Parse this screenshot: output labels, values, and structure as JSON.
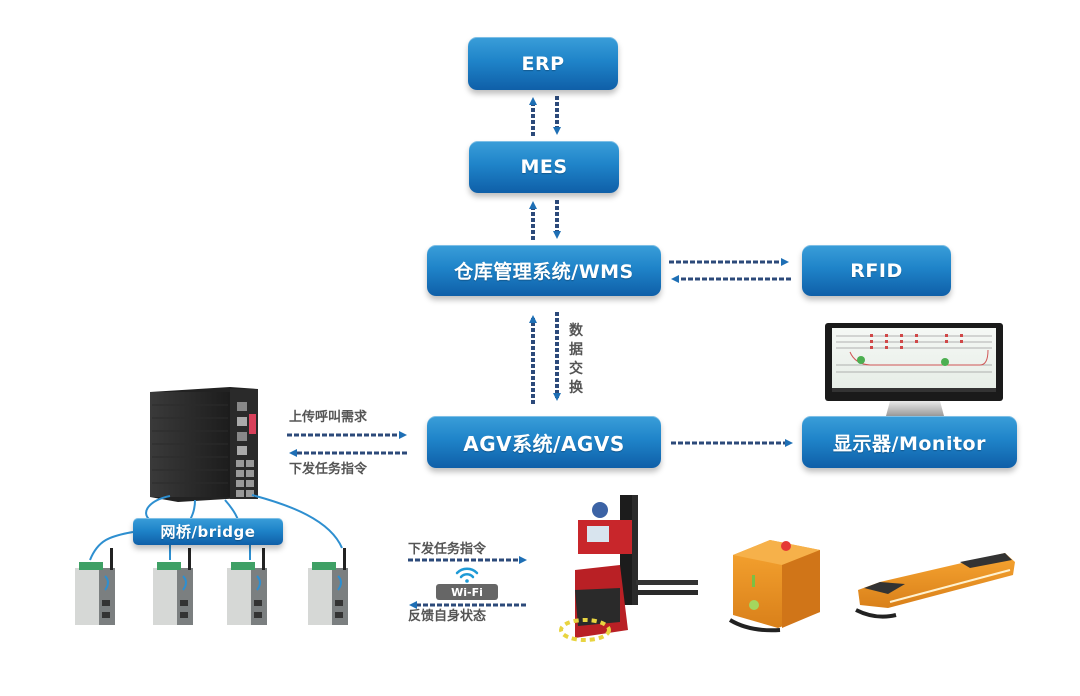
{
  "diagram": {
    "nodes": {
      "erp": "ERP",
      "mes": "MES",
      "wms": "仓库管理系统/WMS",
      "rfid": "RFID",
      "agvs": "AGV系统/AGVS",
      "monitor": "显示器/Monitor",
      "bridge": "网桥/bridge"
    },
    "labels": {
      "data_exchange": "数据交换",
      "upload_call_request": "上传呼叫需求",
      "dispatch_task_left": "下发任务指令",
      "dispatch_task_agv": "下发任务指令",
      "feedback_status": "反馈自身状态",
      "wifi": "Wi-Fi"
    },
    "edges": [
      {
        "from": "mes",
        "to": "erp",
        "style": "dashed-arrow"
      },
      {
        "from": "erp",
        "to": "mes",
        "style": "dashed-arrow"
      },
      {
        "from": "wms",
        "to": "mes",
        "style": "dashed-arrow"
      },
      {
        "from": "mes",
        "to": "wms",
        "style": "dashed-arrow"
      },
      {
        "from": "wms",
        "to": "rfid",
        "style": "dashed-arrow"
      },
      {
        "from": "rfid",
        "to": "wms",
        "style": "dashed-arrow"
      },
      {
        "from": "agvs",
        "to": "wms",
        "style": "dashed-arrow"
      },
      {
        "from": "wms",
        "to": "agvs",
        "style": "dashed-arrow",
        "label": "数据交换"
      },
      {
        "from": "switch",
        "to": "agvs",
        "style": "dashed-arrow",
        "label": "上传呼叫需求"
      },
      {
        "from": "agvs",
        "to": "switch",
        "style": "dashed-arrow",
        "label": "下发任务指令"
      },
      {
        "from": "agvs",
        "to": "monitor",
        "style": "dashed-arrow"
      },
      {
        "from": "wifi",
        "to": "agv-vehicles",
        "style": "dashed-arrow",
        "label": "下发任务指令"
      },
      {
        "from": "agv-vehicles",
        "to": "wifi",
        "style": "dashed-arrow",
        "label": "反馈自身状态"
      }
    ],
    "devices": [
      "industrial-switch",
      "bridge-1",
      "bridge-2",
      "bridge-3",
      "bridge-4",
      "forklift-agv",
      "box-agv",
      "flat-agv",
      "monitor-display"
    ],
    "colors": {
      "box_top": "#3a9ed9",
      "box_bottom": "#0f5fa8",
      "arrow": "#2c4a7a",
      "arrow_head": "#1e6fb5",
      "label_text": "#555555",
      "cable": "#2e8fd0"
    }
  }
}
